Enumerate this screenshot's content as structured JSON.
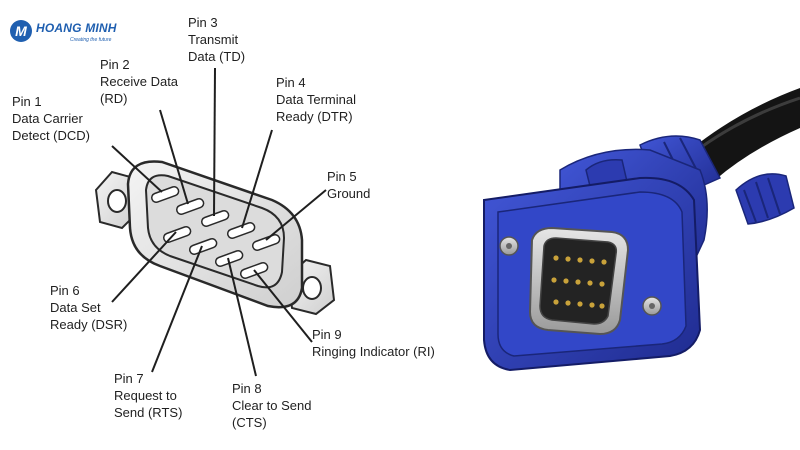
{
  "brand": {
    "name": "HOANG MINH",
    "tagline": "Creating the future",
    "mark": "M"
  },
  "pins": [
    {
      "number": "Pin 1",
      "name": "Data Carrier",
      "detail": "Detect (DCD)"
    },
    {
      "number": "Pin 2",
      "name": "Receive Data",
      "detail": "(RD)"
    },
    {
      "number": "Pin 3",
      "name": "Transmit",
      "detail": "Data (TD)"
    },
    {
      "number": "Pin 4",
      "name": "Data Terminal",
      "detail": "Ready (DTR)"
    },
    {
      "number": "Pin 5",
      "name": "Ground",
      "detail": ""
    },
    {
      "number": "Pin 6",
      "name": "Data Set",
      "detail": "Ready (DSR)"
    },
    {
      "number": "Pin 7",
      "name": "Request to",
      "detail": "Send (RTS)"
    },
    {
      "number": "Pin 8",
      "name": "Clear to Send",
      "detail": "(CTS)"
    },
    {
      "number": "Pin 9",
      "name": "Ringing Indicator (RI)",
      "detail": ""
    }
  ],
  "colors": {
    "connector_blue": "#2b3db2",
    "connector_dark": "#1a267a",
    "cable": "#141414",
    "metal": "#c9c9c9",
    "outline": "#2a2a2a"
  }
}
